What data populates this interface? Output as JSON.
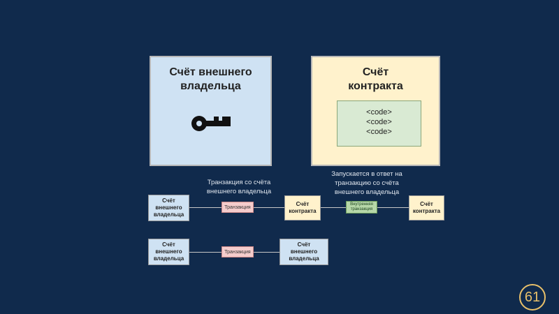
{
  "owner_box": {
    "title": "Счёт внешнего\nвладельца"
  },
  "contract_box": {
    "title": "Счёт\nконтракта",
    "code_lines": "<code>\n<code>\n<code>"
  },
  "captions": {
    "owner_tx": "Транзакция со счёта\nвнешнего владельца",
    "contract_response": "Запускается в ответ на\nтранзакцию со счёта\nвнешнего владельца"
  },
  "flow1": {
    "owner": "Счёт\nвнешнего\nвладельца",
    "tx": "Транзакция",
    "contract_a": "Счёт\nконтракта",
    "internal_tx": "Внутренняя\nтранзакция",
    "contract_b": "Счёт\nконтракта"
  },
  "flow2": {
    "owner_a": "Счёт\nвнешнего\nвладельца",
    "tx": "Транзакция",
    "owner_b": "Счёт\nвнешнего\nвладельца"
  },
  "page_number": "61",
  "icons": {
    "key": "key-icon"
  },
  "colors": {
    "background": "#102a4c",
    "owner": "#cfe2f3",
    "contract": "#fff2cc",
    "code": "#d9ead3",
    "tx": "#f4cccc",
    "internal_tx": "#b6d7a8"
  }
}
